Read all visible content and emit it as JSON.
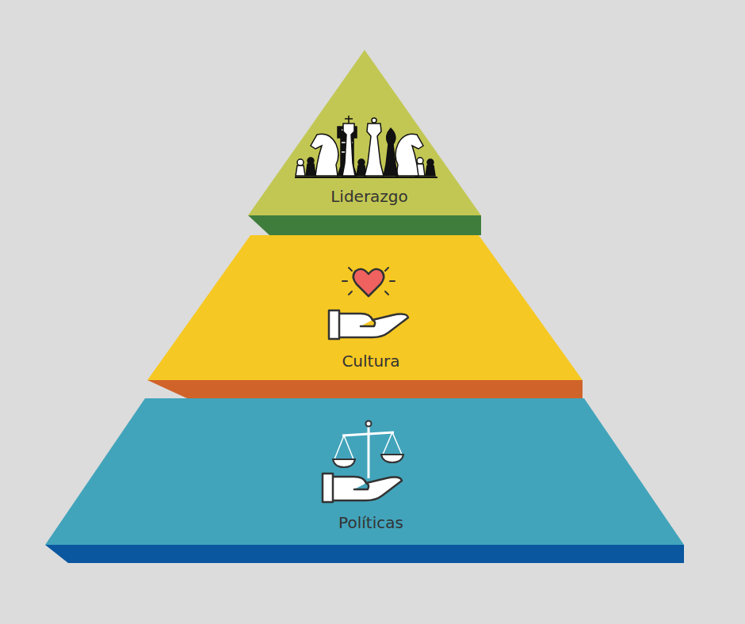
{
  "diagram": {
    "nodes": [
      {
        "text": [
          "Liderazgo"
        ]
      },
      {
        "text": [
          "Cultura"
        ]
      },
      {
        "text": [
          "Políticas"
        ]
      }
    ]
  }
}
